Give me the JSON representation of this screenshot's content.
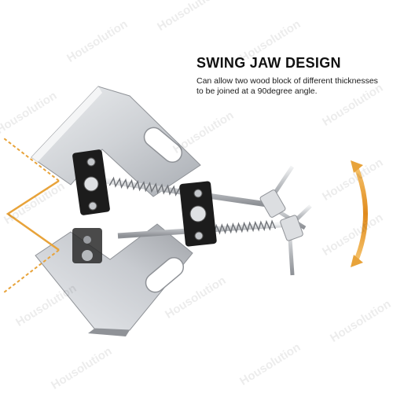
{
  "heading": "SWING JAW DESIGN",
  "description_lines": [
    "Can allow two wood block of different thicknesses",
    "to be joined at a 90degree angle."
  ],
  "watermark": "Housolution",
  "colors": {
    "accent_orange": "#E8A33A",
    "metal_light": "#D6D7DA",
    "metal_dark": "#9EA1A6",
    "jaw_black": "#1C1C1C",
    "text": "#111111"
  }
}
